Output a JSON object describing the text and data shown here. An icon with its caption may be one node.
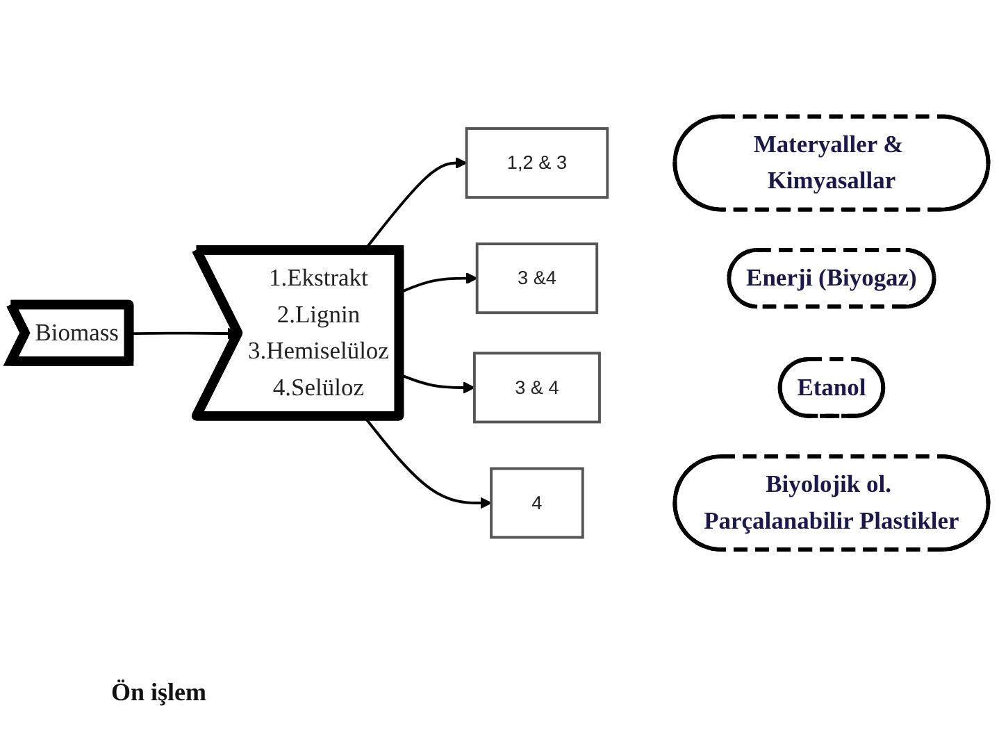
{
  "diagram": {
    "nodes": [
      {
        "text": [
          "Biomass"
        ]
      },
      {
        "text": [
          "1.Ekstrakt",
          "2.Lignin",
          "3.Hemiselüloz",
          "4.Selüloz"
        ]
      },
      {
        "text": [
          "1,2 & 3"
        ]
      },
      {
        "text": [
          "Materyaller & Kimyasallar"
        ]
      },
      {
        "text": [
          "3 &4"
        ]
      },
      {
        "text": [
          "Enerji (Biyogaz)"
        ]
      },
      {
        "text": [
          "3 & 4"
        ]
      },
      {
        "text": [
          "Etanol"
        ]
      },
      {
        "text": [
          "4"
        ]
      },
      {
        "text": [
          "Biyolojik ol. Parçalanabilir Plastikler"
        ]
      }
    ],
    "edges": [
      {
        "from": 0,
        "to": 1,
        "arrow": "to"
      },
      {
        "from": 1,
        "to": 2,
        "arrow": "to"
      },
      {
        "from": 1,
        "to": 4,
        "arrow": "to"
      },
      {
        "from": 1,
        "to": 6,
        "arrow": "to"
      },
      {
        "from": 1,
        "to": 8,
        "arrow": "to"
      }
    ],
    "labels": [
      "Ön işlem"
    ]
  }
}
